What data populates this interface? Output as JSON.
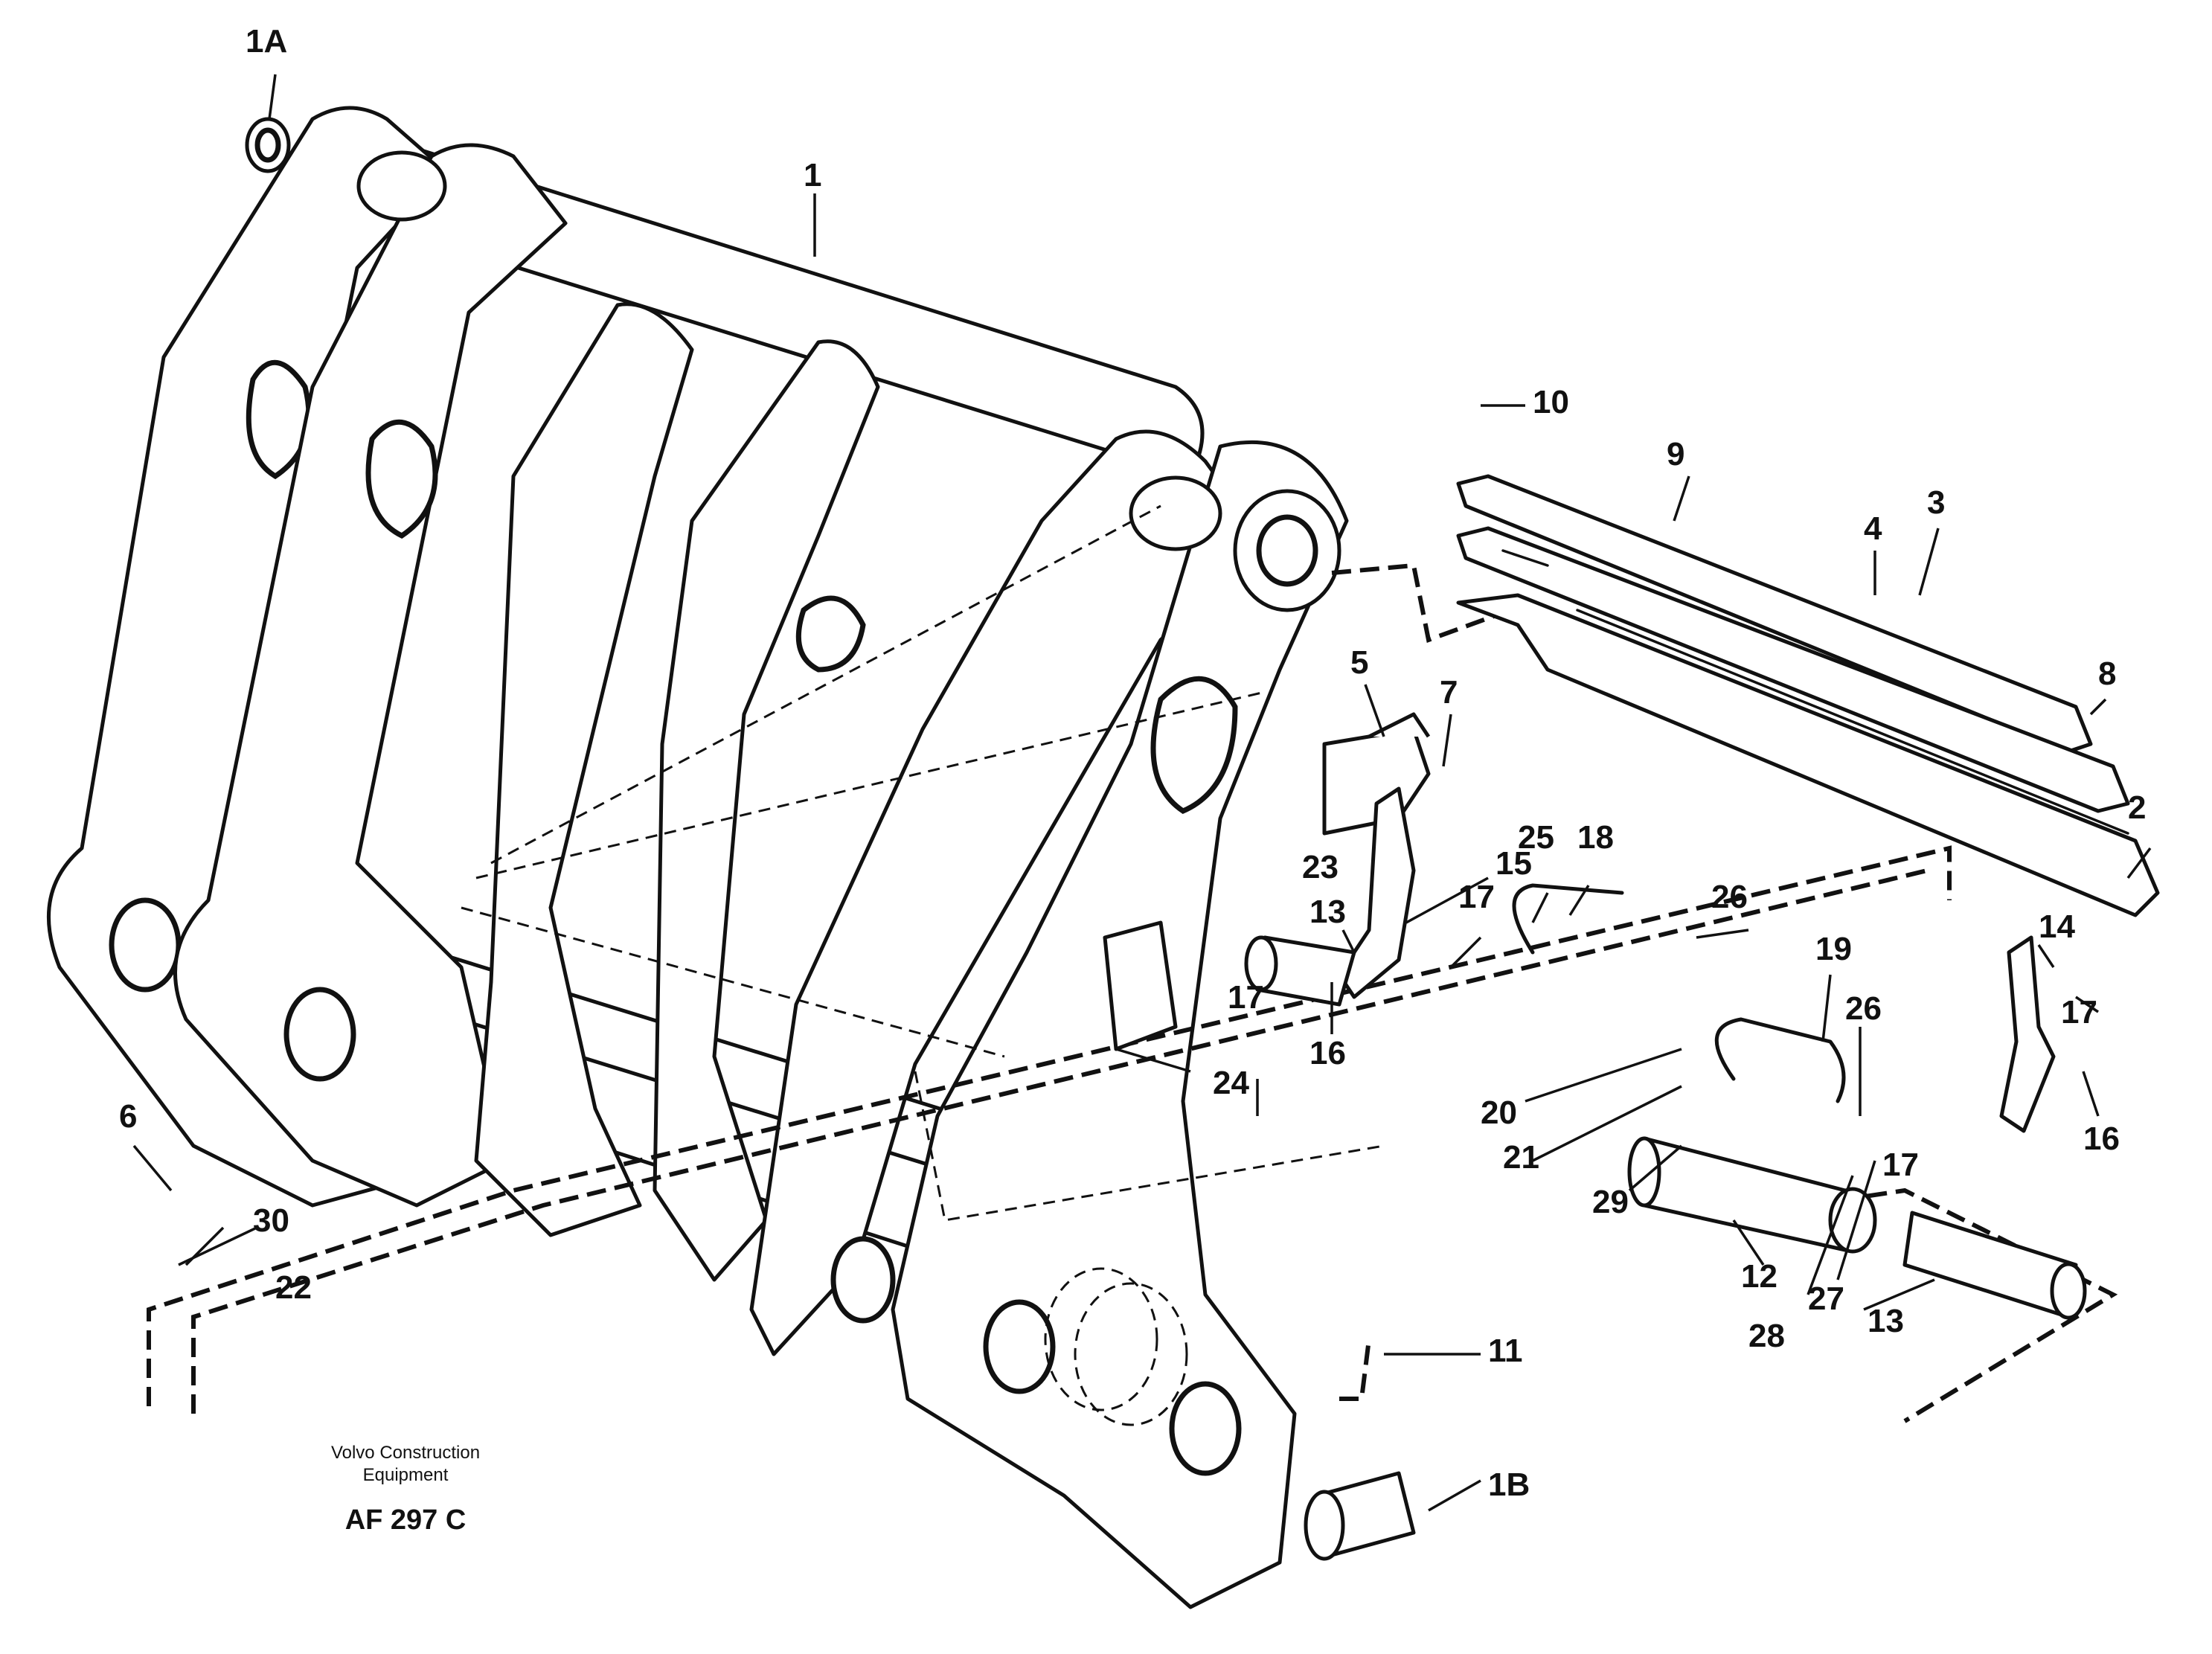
{
  "footer": {
    "line1": "Volvo Construction",
    "line2": "Equipment",
    "code": "AF 297 C"
  },
  "callouts": {
    "c1": "1",
    "c1A": "1A",
    "c1B": "1B",
    "c2": "2",
    "c3": "3",
    "c4": "4",
    "c5": "5",
    "c6": "6",
    "c7": "7",
    "c8": "8",
    "c9": "9",
    "c10": "10",
    "c11": "11",
    "c12": "12",
    "c13a": "13",
    "c13b": "13",
    "c14": "14",
    "c15": "15",
    "c16a": "16",
    "c16b": "16",
    "c17a": "17",
    "c17b": "17",
    "c17c": "17",
    "c17d": "17",
    "c18": "18",
    "c19": "19",
    "c20": "20",
    "c21": "21",
    "c22": "22",
    "c23": "23",
    "c24": "24",
    "c25": "25",
    "c26a": "26",
    "c26b": "26",
    "c27": "27",
    "c28": "28",
    "c29": "29",
    "c30": "30"
  }
}
